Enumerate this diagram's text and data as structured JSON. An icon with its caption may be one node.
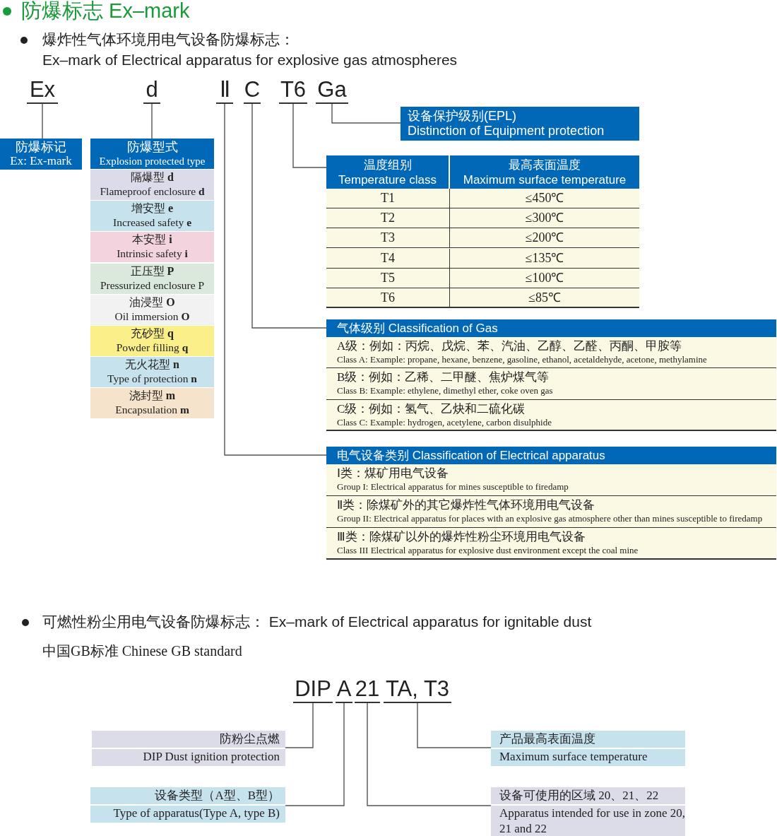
{
  "diagram": {
    "title": "防爆标志 Ex–mark",
    "nodes": [
      {
        "text": [
          "Ex"
        ]
      },
      {
        "text": [
          "d"
        ]
      },
      {
        "text": [
          "Ⅱ"
        ]
      },
      {
        "text": [
          "C"
        ]
      },
      {
        "text": [
          "T6"
        ]
      },
      {
        "text": [
          "Ga"
        ]
      },
      {
        "text": [
          "设备保护级别(EPL)",
          "Distinction of Equipment protection"
        ]
      },
      {
        "text": [
          "防爆标记",
          "Ex: Ex-mark"
        ]
      },
      {
        "text": [
          "防爆型式",
          "Explosion protected type"
        ]
      },
      {
        "text": [
          "隔爆型 **d**",
          "Flameproof enclosure **d**"
        ]
      },
      {
        "text": [
          "增安型 **e**",
          "Increased safety **e**"
        ]
      },
      {
        "text": [
          "本安型 **i**",
          "Intrinsic safety **i**"
        ]
      },
      {
        "text": [
          "正压型 **P**",
          "Pressurized enclosure P"
        ]
      },
      {
        "text": [
          "油浸型 **O**",
          "Oil immersion **O**"
        ]
      },
      {
        "text": [
          "充砂型 **q**",
          "Powder filling **q**"
        ]
      },
      {
        "text": [
          "无火花型 **n**",
          "Type of protection **n**"
        ]
      },
      {
        "text": [
          "浇封型 **m**",
          "Encapsulation **m**"
        ]
      },
      {
        "text": [
          "温度组别 Temperature class",
          "最高表面温度 Maximum surface temperature",
          "T1",
          "≤450℃",
          "T2",
          "≤300℃",
          "T3",
          "≤200℃",
          "T4",
          "≤135℃",
          "T5",
          "≤100℃",
          "T6",
          "≤85℃"
        ]
      },
      {
        "text": [
          "气体级别 Classification of Gas",
          "A级：例如：丙烷、戊烷、苯、汽油、乙醇、乙醛、丙酮、甲胺等",
          "Class A: Example: propane, hexane, benzene, gasoline, ethanol, acetaldehyde, acetone, methylamine",
          "B级：例如：乙稀、二甲醚、焦炉煤气等",
          "Class B: Example: ethylene, dimethyl ether, coke oven gas",
          "C级：例如：氢气、乙炔和二硫化碳",
          "Class C: Example: hydrogen, acetylene, carbon disulphide"
        ]
      },
      {
        "text": [
          "电气设备类别 Classification of Electrical apparatus",
          "Ⅰ类：煤矿用电气设备",
          "Group I: Electrical apparatus for mines susceptible to firedamp",
          "Ⅱ类：除煤矿外的其它爆炸性气体环境用电气设备",
          "Group II: Electrical apparatus for places with an explosive gas atmosphere other than mines susceptible to firedamp",
          "Ⅲ类：除煤矿以外的爆炸性粉尘环境用电气设备",
          "Class III Electrical apparatus for explosive dust environment except the coal mine"
        ]
      },
      {
        "text": [
          "DIP"
        ]
      },
      {
        "text": [
          "A"
        ]
      },
      {
        "text": [
          "21"
        ]
      },
      {
        "text": [
          "TA, T3"
        ]
      },
      {
        "text": [
          "防粉尘点燃",
          "DIP Dust ignition protection"
        ]
      },
      {
        "text": [
          "产品最高表面温度",
          "Maximum surface temperature"
        ]
      },
      {
        "text": [
          "设备类型（A型、B型）",
          "Type of apparatus(Type A, type B)"
        ]
      },
      {
        "text": [
          "设备可使用的区域 20、21、22",
          "Apparatus intended for use in zone 20, 21 and 22"
        ]
      }
    ],
    "edges": [
      {
        "from": 0,
        "to": 7,
        "arrow": "none"
      },
      {
        "from": 1,
        "to": 8,
        "arrow": "none"
      },
      {
        "from": 2,
        "to": 19,
        "arrow": "none"
      },
      {
        "from": 3,
        "to": 18,
        "arrow": "none"
      },
      {
        "from": 4,
        "to": 17,
        "arrow": "none"
      },
      {
        "from": 5,
        "to": 6,
        "arrow": "none"
      },
      {
        "from": 20,
        "to": 24,
        "arrow": "none"
      },
      {
        "from": 21,
        "to": 26,
        "arrow": "none"
      },
      {
        "from": 22,
        "to": 27,
        "arrow": "none"
      },
      {
        "from": 23,
        "to": 25,
        "arrow": "none"
      }
    ],
    "labels": [
      "爆炸性气体环境用电气设备防爆标志：",
      "Ex–mark of Electrical apparatus for explosive gas atmospheres",
      "可燃性粉尘用电气设备防爆标志： Ex–mark of Electrical apparatus for ignitable dust",
      "中国GB标准 Chinese GB standard"
    ]
  }
}
